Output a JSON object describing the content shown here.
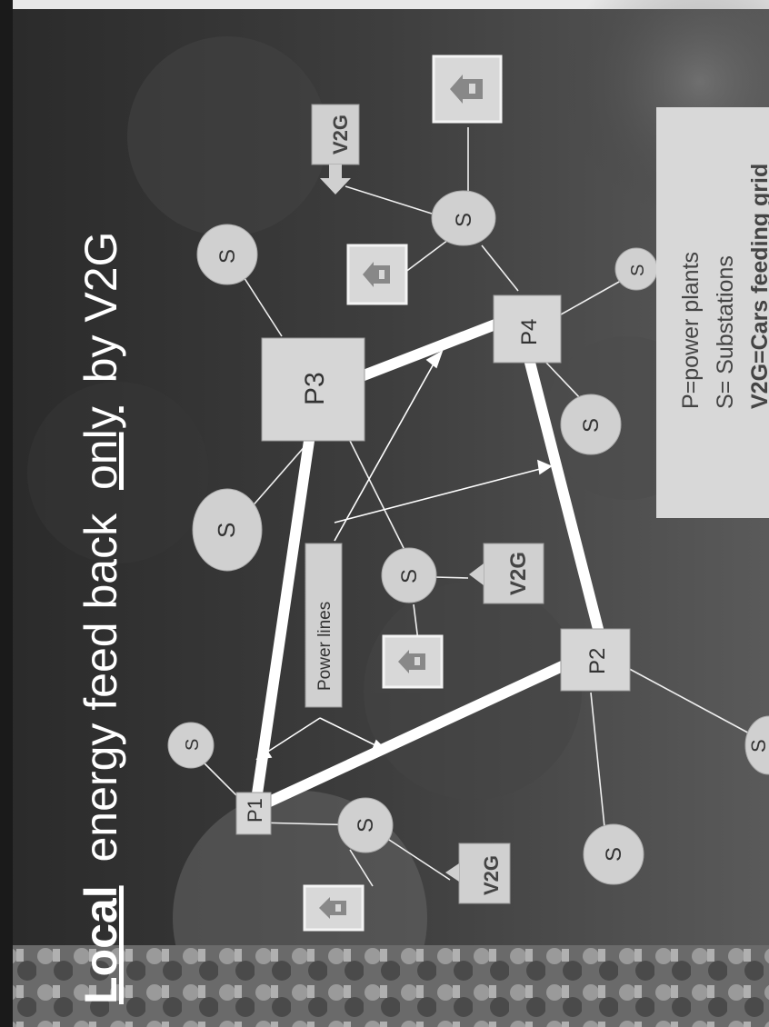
{
  "title": {
    "word_local": "Local",
    "word_energy_feed_back": "energy feed back",
    "word_only": "only",
    "word_by_v2g": "by V2G"
  },
  "plants": {
    "p1": "P1",
    "p2": "P2",
    "p3": "P3",
    "p4": "P4"
  },
  "substation_label": "S",
  "v2g_label": "V2G",
  "power_lines_label": "Power lines",
  "legend": {
    "line1": "P=power plants",
    "line2": "S= Substations",
    "line3": "V2G=Cars feeding grid"
  },
  "colors": {
    "background": "#3a3a3a",
    "box_fill": "#d8d8d8",
    "line_white": "#ffffff"
  }
}
